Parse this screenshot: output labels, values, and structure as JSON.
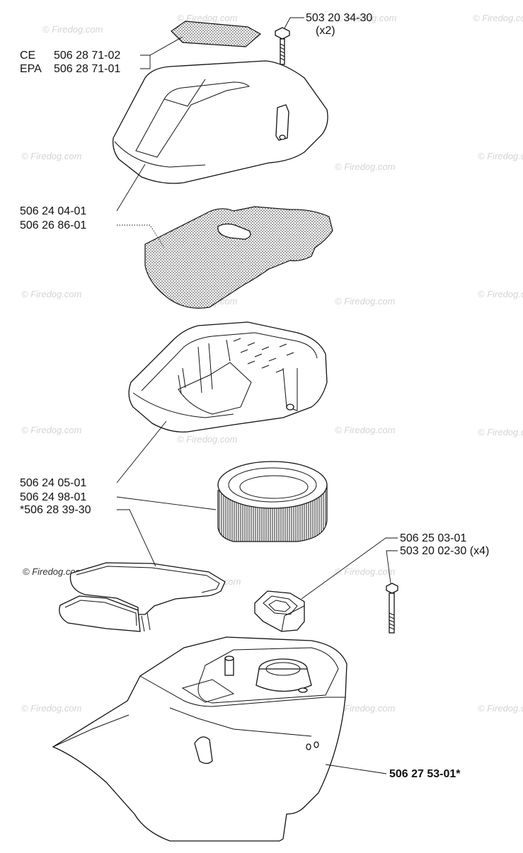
{
  "watermark": "© Firedog.com",
  "labels": {
    "screw_top": "503 20 34-30",
    "screw_top_qty": "(x2)",
    "ce_tag": "CE",
    "ce_part": "506 28 71-02",
    "epa_tag": "EPA",
    "epa_part": "506 28 71-01",
    "cover": "506 24 04-01",
    "foam_filter": "506 26 86-01",
    "filter_housing": "506 24 05-01",
    "paper_filter": "506 24 98-01",
    "gasket": "*506 28 39-30",
    "bushing": "506 25 03-01",
    "bolt": "503 20 02-30 (x4)",
    "base": "506 27 53-01*"
  }
}
